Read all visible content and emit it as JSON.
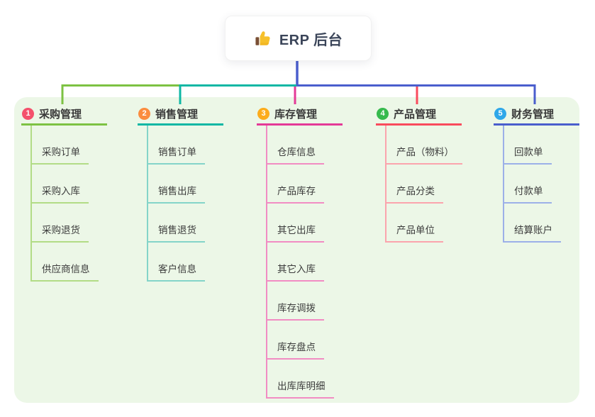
{
  "root": {
    "icon": "thumbs-up",
    "title": "ERP 后台"
  },
  "colors": {
    "stem": "#4a5ecd",
    "panel_bg": "#ecf7e7"
  },
  "branches": [
    {
      "index": "1",
      "label": "采购管理",
      "badge_color": "#f4516c",
      "line_color": "#7dc243",
      "child_line_color": "#b2dc86",
      "children": [
        "采购订单",
        "采购入库",
        "采购退货",
        "供应商信息"
      ]
    },
    {
      "index": "2",
      "label": "销售管理",
      "badge_color": "#fb8c3f",
      "line_color": "#0fb7a4",
      "child_line_color": "#84d4c9",
      "children": [
        "销售订单",
        "销售出库",
        "销售退货",
        "客户信息"
      ]
    },
    {
      "index": "3",
      "label": "库存管理",
      "badge_color": "#fcac1c",
      "line_color": "#e43a97",
      "child_line_color": "#f18cc3",
      "children": [
        "仓库信息",
        "产品库存",
        "其它出库",
        "其它入库",
        "库存调拨",
        "库存盘点",
        "出库库明细"
      ]
    },
    {
      "index": "4",
      "label": "产品管理",
      "badge_color": "#36ba4d",
      "line_color": "#f94b5d",
      "child_line_color": "#fba4ad",
      "children": [
        "产品（物料）",
        "产品分类",
        "产品单位"
      ]
    },
    {
      "index": "5",
      "label": "财务管理",
      "badge_color": "#2ea7e9",
      "line_color": "#4a5ecd",
      "child_line_color": "#9cb0e8",
      "children": [
        "回款单",
        "付款单",
        "结算账户"
      ]
    }
  ]
}
